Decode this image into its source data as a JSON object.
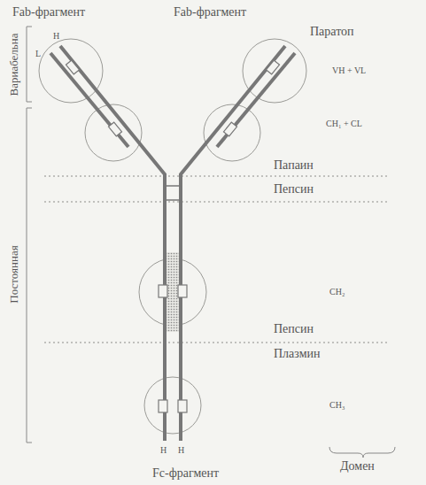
{
  "diagram": {
    "labels": [
      "Fab-фрагмент",
      "Fab-фрагмент",
      "Вариабельна",
      "Постоянная",
      "H",
      "L",
      "Паратоп",
      "VH + VL",
      "CH₁ + CL",
      "Папаин",
      "Пепсин",
      "CH₂",
      "Пепсин",
      "Плазмин",
      "CH₃",
      "H",
      "H",
      "Домен",
      "Fc-фрагмент"
    ]
  }
}
